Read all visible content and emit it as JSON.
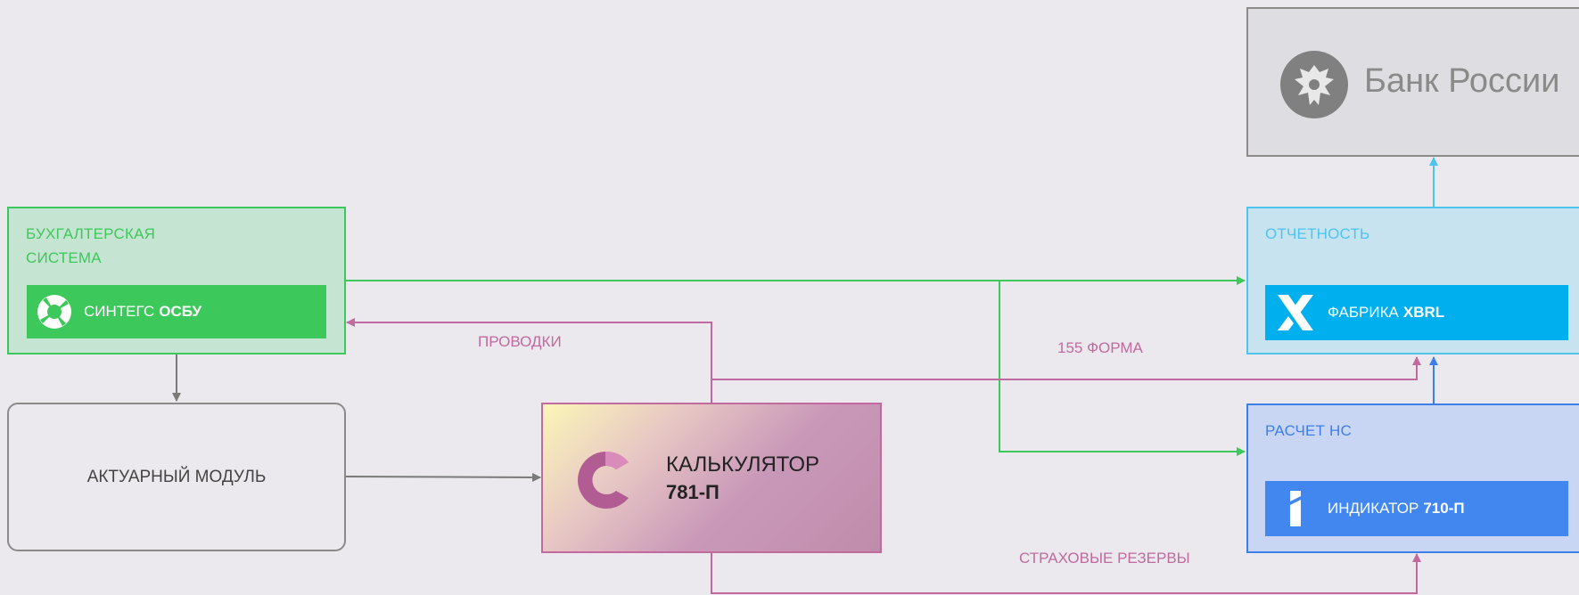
{
  "colors": {
    "green": "#3cc85a",
    "pink": "#c06a9e",
    "cyan": "#4ec3ee",
    "blue": "#3d7fe8",
    "gray": "#7a7a7a"
  },
  "nodes": {
    "bank": {
      "title": "Банк России",
      "icon": "eagle-emblem-icon"
    },
    "accounting": {
      "title_line1": "БУХГАЛТЕРСКАЯ",
      "title_line2": "СИСТЕМА",
      "product_name": "СИНТЕГС",
      "product_bold": "ОСБУ",
      "icon": "lifebuoy-icon"
    },
    "actuarial": {
      "title": "АКТУАРНЫЙ МОДУЛЬ"
    },
    "calculator": {
      "title": "КАЛЬКУЛЯТОР",
      "subtitle": "781-П",
      "icon": "c-logo-icon"
    },
    "reporting": {
      "title": "ОТЧЕТНОСТЬ",
      "product_name": "ФАБРИКА",
      "product_bold": "XBRL",
      "icon": "x-logo-icon"
    },
    "ns_calc": {
      "title": "РАСЧЕТ НС",
      "product_name": "ИНДИКАТОР",
      "product_bold": "710-П",
      "icon": "i-logo-icon"
    }
  },
  "edges": {
    "postings": "ПРОВОДКИ",
    "form155": "155 ФОРМА",
    "reserves": "СТРАХОВЫЕ РЕЗЕРВЫ"
  }
}
